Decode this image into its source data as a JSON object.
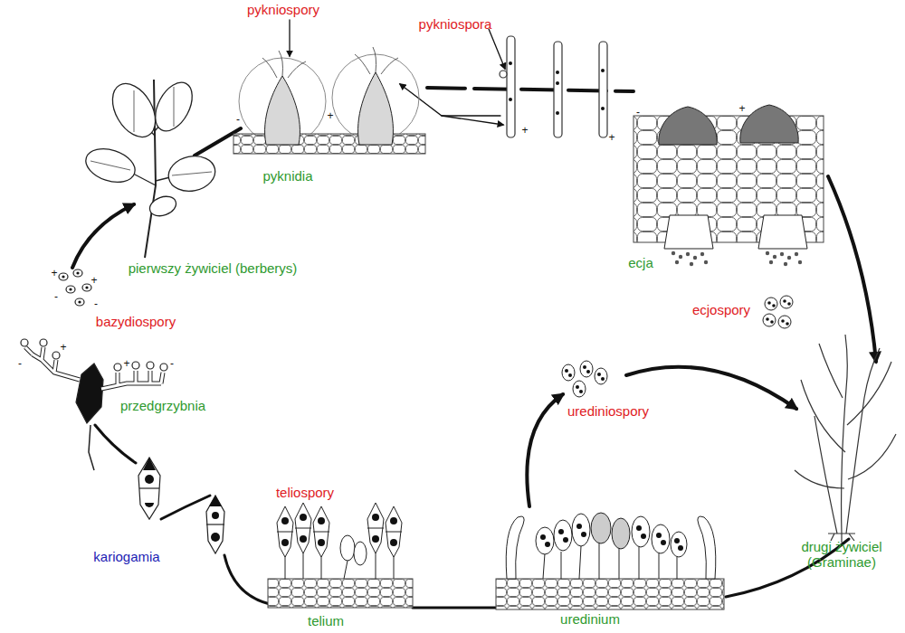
{
  "diagram": {
    "labels": [
      "pykniospory",
      "pykniospora",
      "pyknidia",
      "pierwszy żywiciel (berberys)",
      "bazydiospory",
      "przedgrzybnia",
      "kariogamia",
      "teliospory",
      "telium",
      "uredinium",
      "urediniospory",
      "ecja",
      "ecjospory",
      "drugi żywiciel (Graminae)",
      "-",
      "+",
      "+",
      "+",
      "-",
      "+",
      "+",
      "-",
      "+",
      "-",
      "-",
      "+",
      "+",
      "-"
    ]
  }
}
